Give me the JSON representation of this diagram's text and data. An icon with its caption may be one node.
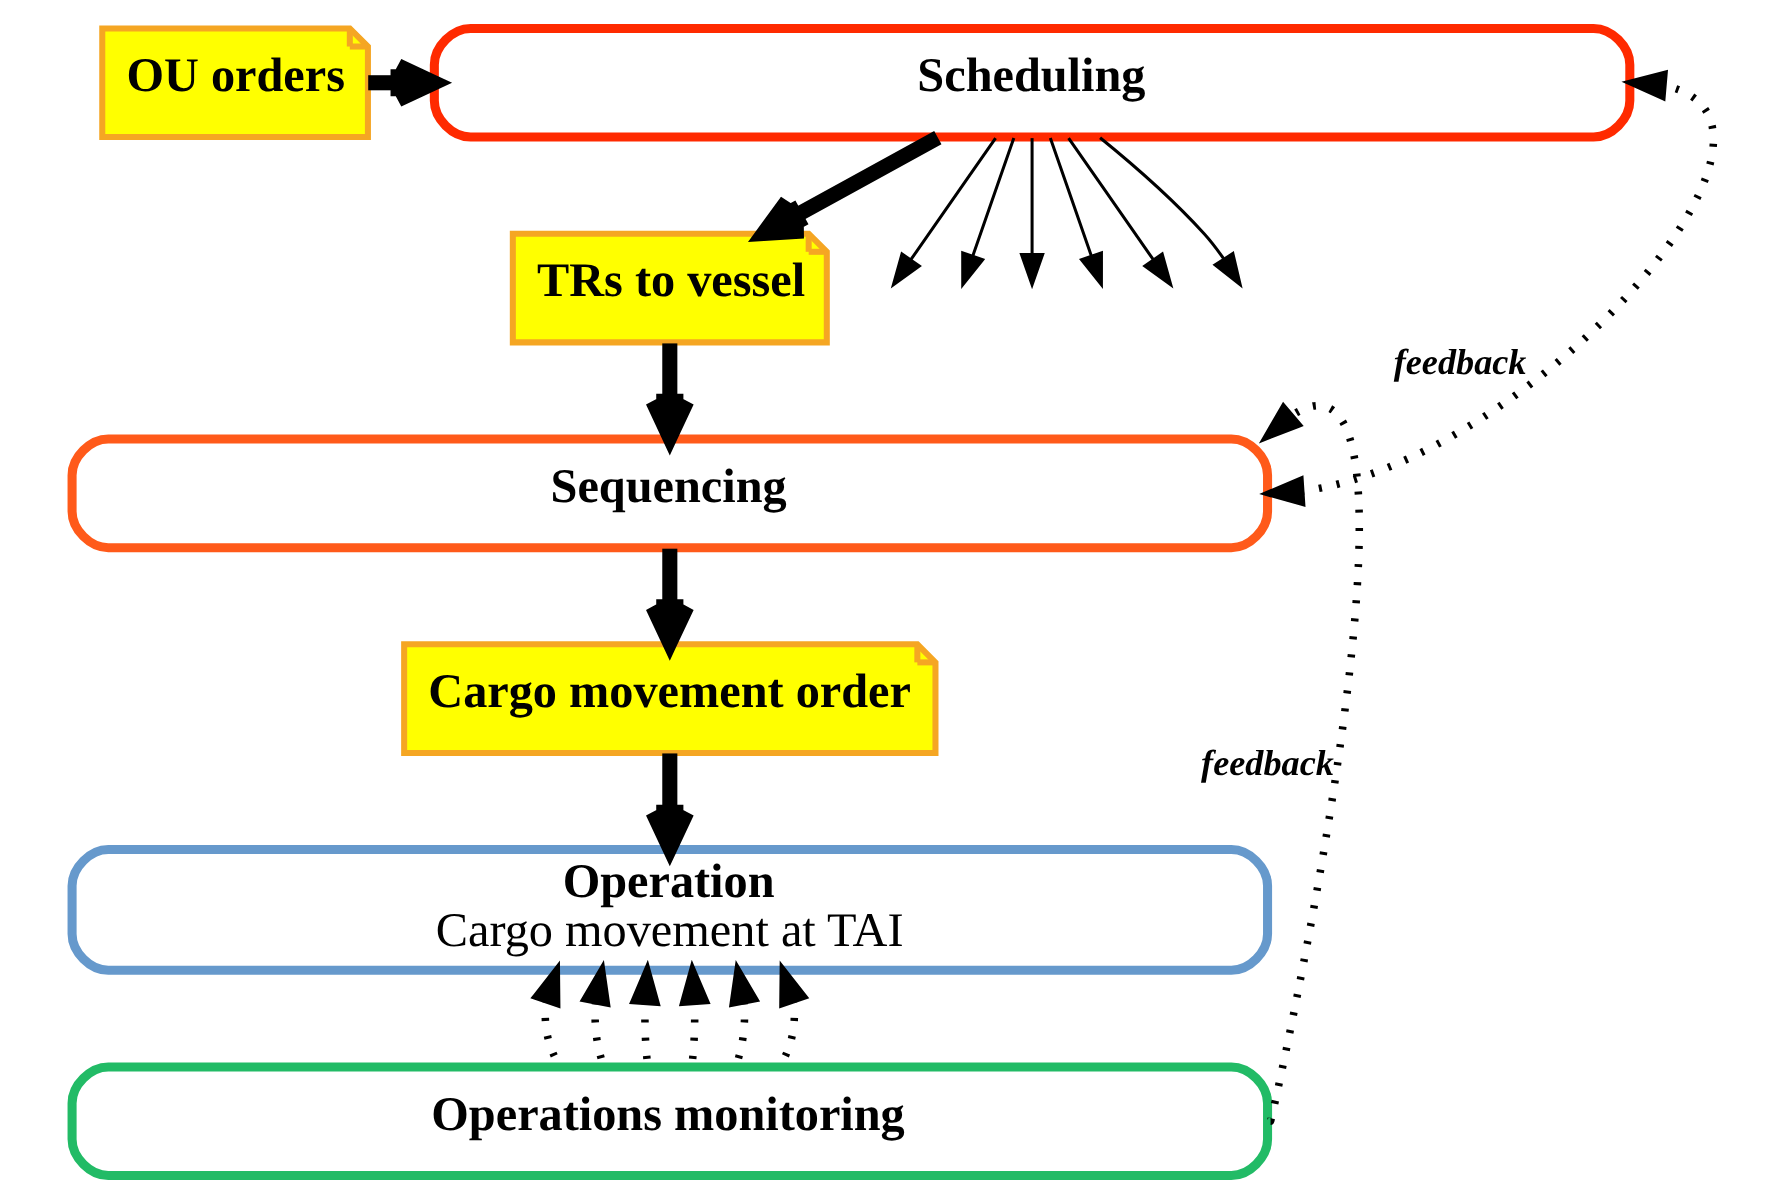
{
  "diagram": {
    "nodes": [
      {
        "text": [
          "OU orders"
        ]
      },
      {
        "text": [
          "Scheduling"
        ]
      },
      {
        "text": [
          "TRs to vessel"
        ]
      },
      {
        "text": [
          "Sequencing"
        ]
      },
      {
        "text": [
          "Cargo movement order"
        ]
      },
      {
        "text": [
          "Operation",
          "Cargo movement at TAI"
        ]
      },
      {
        "text": [
          "Operations monitoring"
        ]
      }
    ],
    "edges": [
      {
        "from": 0,
        "to": 1,
        "arrow": "to",
        "style": "thick"
      },
      {
        "from": 1,
        "to": 2,
        "arrow": "to",
        "style": "thick"
      },
      {
        "from": 2,
        "to": 3,
        "arrow": "to",
        "style": "thick"
      },
      {
        "from": 3,
        "to": 4,
        "arrow": "to",
        "style": "thick"
      },
      {
        "from": 4,
        "to": 5,
        "arrow": "to",
        "style": "thick"
      },
      {
        "from": 1,
        "to": null,
        "arrow": "to"
      },
      {
        "from": 1,
        "to": null,
        "arrow": "to"
      },
      {
        "from": 1,
        "to": null,
        "arrow": "to"
      },
      {
        "from": 1,
        "to": null,
        "arrow": "to"
      },
      {
        "from": 1,
        "to": null,
        "arrow": "to"
      },
      {
        "from": 1,
        "to": null,
        "arrow": "to"
      },
      {
        "from": 6,
        "to": 5,
        "arrow": "to",
        "style": "dashed"
      },
      {
        "from": 6,
        "to": 5,
        "arrow": "to",
        "style": "dashed"
      },
      {
        "from": 6,
        "to": 5,
        "arrow": "to",
        "style": "dashed"
      },
      {
        "from": 6,
        "to": 5,
        "arrow": "to",
        "style": "dashed"
      },
      {
        "from": 6,
        "to": 5,
        "arrow": "to",
        "style": "dashed"
      },
      {
        "from": 6,
        "to": 5,
        "arrow": "to",
        "style": "dashed"
      },
      {
        "from": 3,
        "to": 1,
        "label": "feedback",
        "arrow": "both",
        "style": "dashed"
      },
      {
        "from": 6,
        "to": 3,
        "label": "feedback",
        "arrow": "to",
        "style": "dashed"
      }
    ]
  }
}
